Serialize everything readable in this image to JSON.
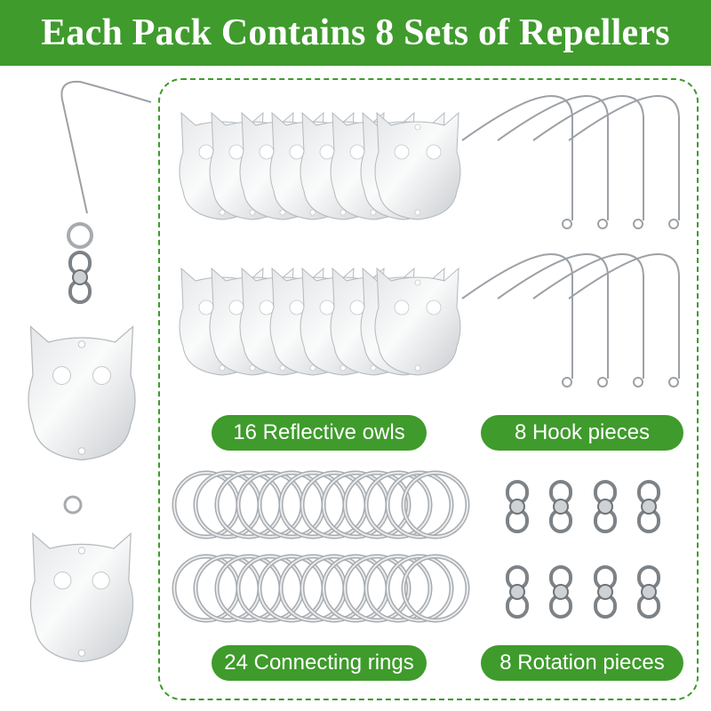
{
  "header": {
    "title": "Each Pack Contains 8 Sets of Repellers"
  },
  "labels": {
    "owls": "16 Reflective owls",
    "hooks": "8 Hook pieces",
    "rings": "24 Connecting rings",
    "rotation": "8 Rotation pieces"
  },
  "colors": {
    "accent": "#3f9b2c",
    "background": "#ffffff"
  },
  "icons": [
    "owl-icon",
    "hook-icon",
    "ring-icon",
    "swivel-icon"
  ]
}
